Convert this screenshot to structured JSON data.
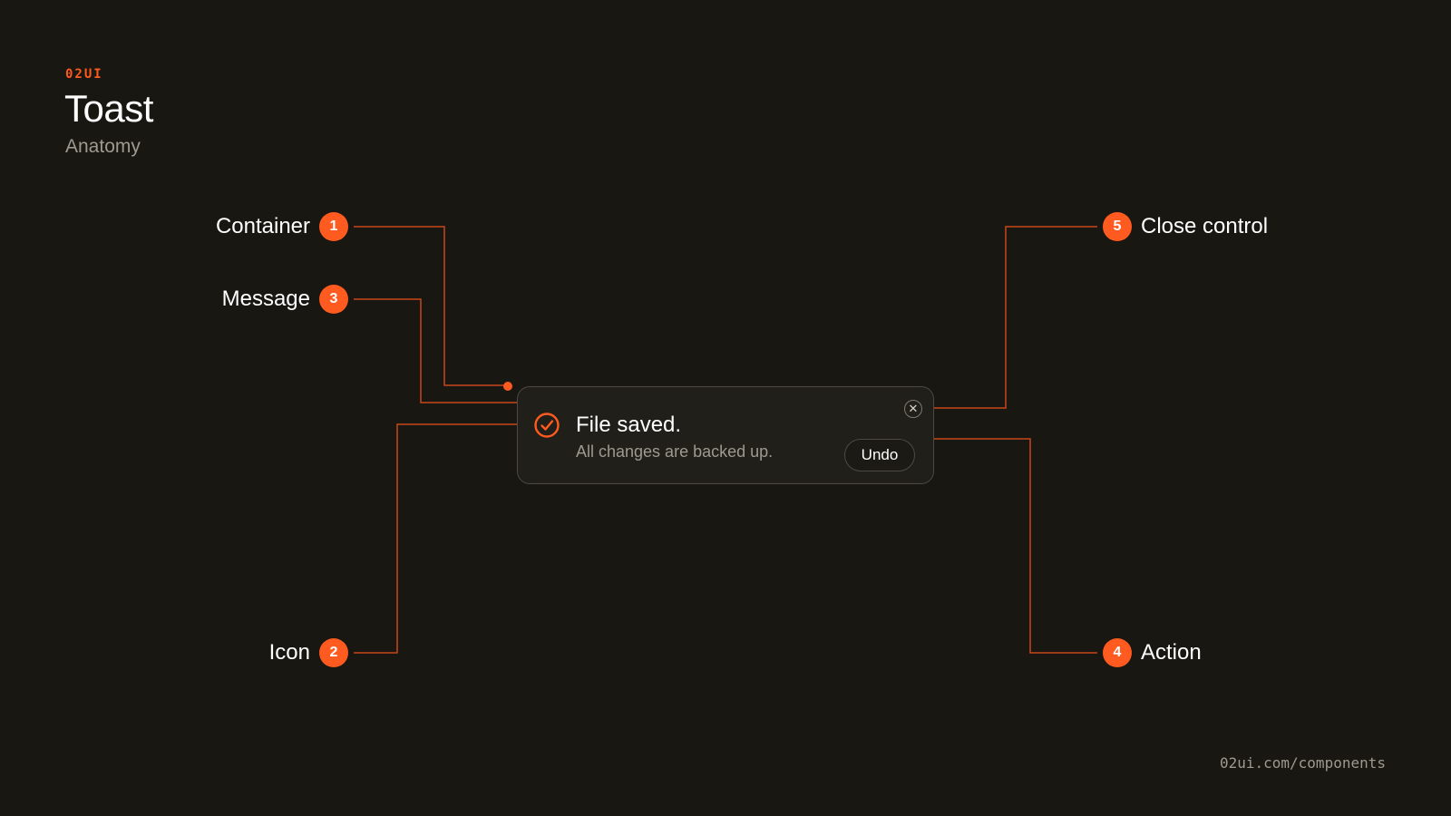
{
  "header": {
    "brand": "02UI",
    "title": "Toast",
    "subtitle": "Anatomy"
  },
  "toast": {
    "icon": "check-circle-icon",
    "title": "File saved.",
    "message": "All changes are backed up.",
    "action_label": "Undo",
    "close_icon": "close-icon",
    "close_glyph": "✕"
  },
  "callouts": [
    {
      "number": "1",
      "label": "Container"
    },
    {
      "number": "2",
      "label": "Icon"
    },
    {
      "number": "3",
      "label": "Message"
    },
    {
      "number": "4",
      "label": "Action"
    },
    {
      "number": "5",
      "label": "Close control"
    }
  ],
  "footer": {
    "url": "02ui.com/components"
  },
  "colors": {
    "accent": "#ff5a1f",
    "background": "#181711",
    "surface": "#201f19",
    "border": "#4b4942",
    "muted": "#9d9a8f"
  }
}
